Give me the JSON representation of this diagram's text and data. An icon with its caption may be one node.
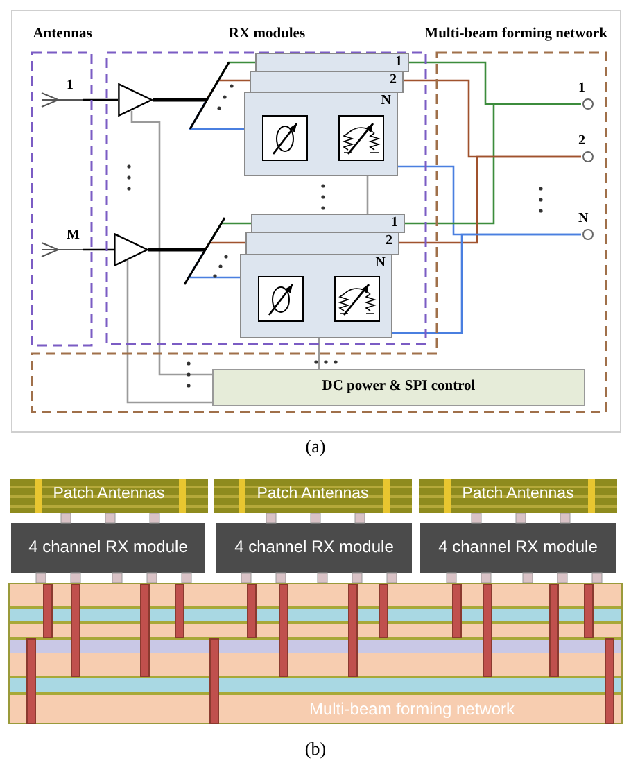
{
  "diagram": {
    "nodes": [
      {
        "text": [
          "Antennas"
        ]
      },
      {
        "text": [
          "RX modules"
        ]
      },
      {
        "text": [
          "Multi-beam forming network"
        ]
      },
      {
        "text": [
          "1"
        ],
        "in": 0
      },
      {
        "text": [
          "M"
        ],
        "in": 0
      },
      {
        "text": [],
        "shape": "triangle",
        "in": 1
      },
      {
        "text": [],
        "shape": "triangle",
        "in": 1
      },
      {
        "text": [
          "1"
        ],
        "in": 1
      },
      {
        "text": [
          "2"
        ],
        "in": 1
      },
      {
        "text": [
          "N"
        ],
        "in": 1
      },
      {
        "text": [],
        "shape": "box",
        "in": 9
      },
      {
        "text": [],
        "shape": "box",
        "in": 9
      },
      {
        "text": [
          "1"
        ],
        "in": 1
      },
      {
        "text": [
          "2"
        ],
        "in": 1
      },
      {
        "text": [
          "N"
        ],
        "in": 1
      },
      {
        "text": [],
        "shape": "box",
        "in": 14
      },
      {
        "text": [],
        "shape": "box",
        "in": 14
      },
      {
        "text": [
          "1"
        ],
        "in": 2
      },
      {
        "text": [
          "2"
        ],
        "in": 2
      },
      {
        "text": [
          "N"
        ],
        "in": 2
      },
      {
        "text": [
          "DC power & SPI control"
        ],
        "in": 2
      },
      {
        "text": [
          "Patch Antennas"
        ]
      },
      {
        "text": [
          "Patch Antennas"
        ]
      },
      {
        "text": [
          "Patch Antennas"
        ]
      },
      {
        "text": [
          "4 channel RX module"
        ]
      },
      {
        "text": [
          "4 channel RX module"
        ]
      },
      {
        "text": [
          "4 channel RX module"
        ]
      },
      {
        "text": [
          "Multi-beam forming network"
        ]
      }
    ],
    "edges": [
      {
        "from": 3,
        "to": 5,
        "arrow": "none",
        "color": "#000000"
      },
      {
        "from": 4,
        "to": 6,
        "arrow": "none",
        "color": "#000000"
      },
      {
        "from": 5,
        "to": 7,
        "arrow": "none",
        "color": "#3c8c3c"
      },
      {
        "from": 5,
        "to": 8,
        "arrow": "none",
        "color": "#a0522d"
      },
      {
        "from": 5,
        "to": 9,
        "arrow": "none",
        "color": "#4a7fe0"
      },
      {
        "from": 6,
        "to": 12,
        "arrow": "none",
        "color": "#3c8c3c"
      },
      {
        "from": 6,
        "to": 13,
        "arrow": "none",
        "color": "#a0522d"
      },
      {
        "from": 6,
        "to": 14,
        "arrow": "none",
        "color": "#4a7fe0"
      },
      {
        "from": 7,
        "to": 17,
        "arrow": "none",
        "color": "#3c8c3c"
      },
      {
        "from": 8,
        "to": 18,
        "arrow": "none",
        "color": "#a0522d"
      },
      {
        "from": 9,
        "to": 19,
        "arrow": "none",
        "color": "#4a7fe0"
      },
      {
        "from": 12,
        "to": 17,
        "arrow": "none",
        "color": "#3c8c3c"
      },
      {
        "from": 13,
        "to": 18,
        "arrow": "none",
        "color": "#a0522d"
      },
      {
        "from": 14,
        "to": 19,
        "arrow": "none",
        "color": "#4a7fe0"
      },
      {
        "from": 20,
        "to": 5,
        "arrow": "none",
        "color": "#9a9a9a"
      },
      {
        "from": 20,
        "to": 6,
        "arrow": "none",
        "color": "#9a9a9a"
      },
      {
        "from": 20,
        "to": 14,
        "arrow": "none",
        "color": "#9a9a9a"
      },
      {
        "from": 9,
        "to": 12,
        "arrow": "none",
        "color": "#9a9a9a"
      }
    ],
    "labels": [
      "(a)",
      "(b)"
    ]
  }
}
